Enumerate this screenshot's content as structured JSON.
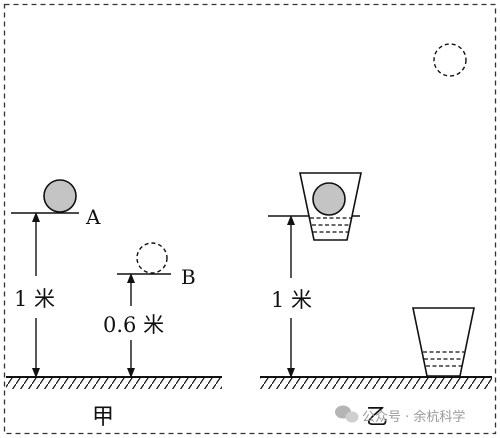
{
  "left_panel": {
    "ball_a_label": "A",
    "ball_b_label": "B",
    "height_a": "1 米",
    "height_b": "0.6 米",
    "caption": "甲"
  },
  "right_panel": {
    "height": "1 米",
    "caption": "乙"
  },
  "watermark": {
    "text": "公众号 · 余杭科学",
    "icon": "wechat-icon"
  }
}
